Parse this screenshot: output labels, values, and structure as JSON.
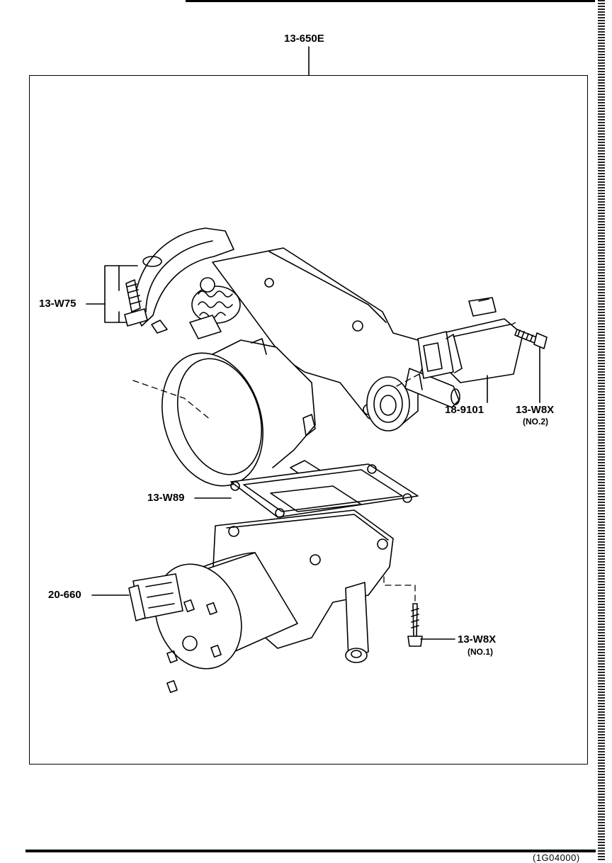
{
  "diagram": {
    "assembly_label": "13-650E",
    "parts": {
      "o_ring_screw": "13-W75",
      "gasket": "13-W89",
      "sensor": "18-9101",
      "screw_no2": "13-W8X",
      "screw_no2_note": "(NO.2)",
      "actuator": "20-660",
      "screw_no1": "13-W8X",
      "screw_no1_note": "(NO.1)"
    },
    "footer_code": "(1G04000)"
  }
}
